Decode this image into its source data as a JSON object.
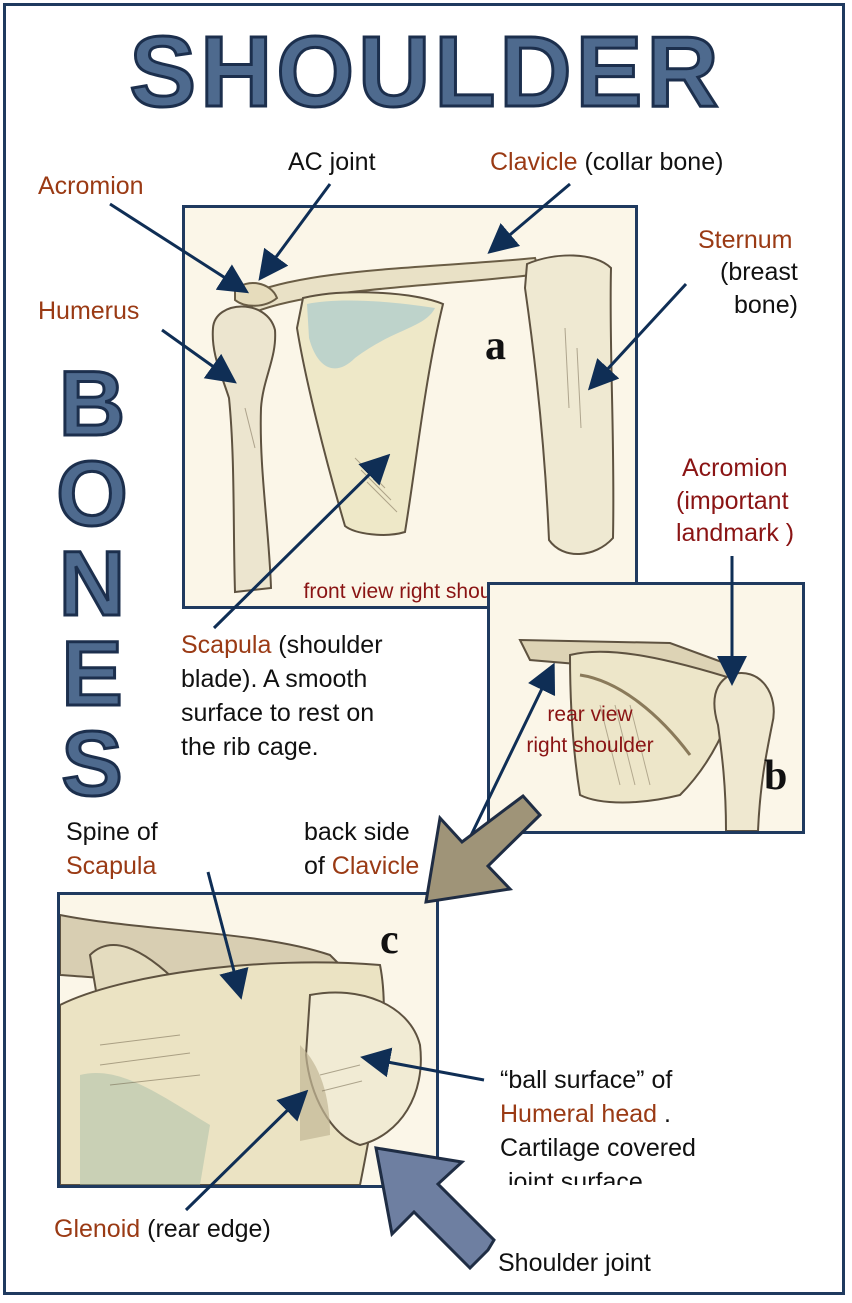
{
  "title": "SHOULDER",
  "side_title_letters": [
    "B",
    "O",
    "N",
    "E",
    "S"
  ],
  "panels": {
    "a": {
      "letter": "a",
      "caption": "front  view  right  shoulder"
    },
    "b": {
      "letter": "b",
      "caption_line1": "rear view",
      "caption_line2": "right shoulder"
    },
    "c": {
      "letter": "c"
    }
  },
  "labels": {
    "acromion_a": "Acromion",
    "ac_joint": "AC joint",
    "clavicle_name": "Clavicle",
    "clavicle_desc": " (collar bone)",
    "sternum_name": "Sternum",
    "sternum_desc_1": "(breast",
    "sternum_desc_2": "bone)",
    "humerus": "Humerus",
    "acromion_b_1": "Acromion",
    "acromion_b_2": "(important",
    "acromion_b_3": "landmark )",
    "scapula_name": "Scapula",
    "scapula_desc_1": " (shoulder",
    "scapula_desc_2": "blade). A smooth",
    "scapula_desc_3": "surface to rest on",
    "scapula_desc_4": "the rib cage.",
    "spine_1": "Spine  of",
    "spine_2": "Scapula",
    "backside_1": "back side",
    "backside_2": "of ",
    "backside_3": "Clavicle",
    "ball_1": "“ball  surface” of",
    "ball_2": "Humeral  head",
    "ball_2_tail": " .",
    "ball_3": "Cartilage covered",
    "ball_4": "joint surface",
    "glenoid_name": "Glenoid",
    "glenoid_desc": " (rear edge)",
    "shoulder_joint": "Shoulder joint"
  },
  "colors": {
    "frame": "#1f3a5f",
    "title_fill": "#4e6a8e",
    "term": "#9a3a14",
    "caption": "#8a1414",
    "arrow": "#0f2e55",
    "bone": "#ede4c3",
    "bone_shadow": "#b8a98a",
    "cartilage_blue": "#8fb7c7"
  }
}
